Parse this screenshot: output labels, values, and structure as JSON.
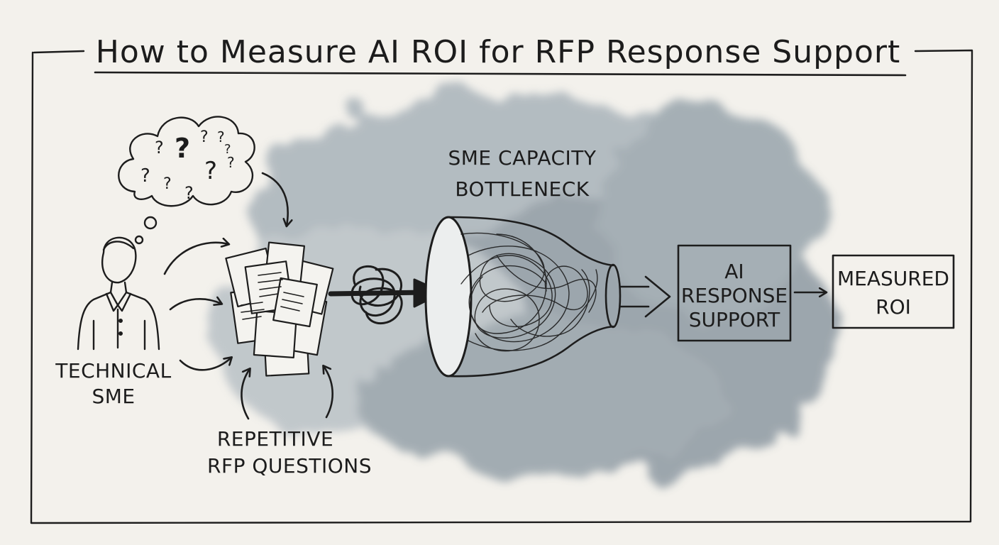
{
  "title": "How to Measure AI ROI for RFP Response Support",
  "nodes": {
    "sme": {
      "label_lines": [
        "TECHNICAL",
        "SME"
      ]
    },
    "questions": {
      "label_lines": [
        "REPETITIVE",
        "RFP QUESTIONS"
      ]
    },
    "bottleneck": {
      "label_lines": [
        "SME CAPACITY",
        "BOTTLENECK"
      ]
    },
    "ai_support": {
      "label_lines": [
        "AI",
        "RESPONSE",
        "SUPPORT"
      ]
    },
    "roi": {
      "label_lines": [
        "MEASURED",
        "ROI"
      ]
    }
  },
  "thought_marks": [
    "?",
    "?",
    "?",
    "?",
    "?",
    "?",
    "?",
    "?",
    "?",
    "?"
  ],
  "colors": {
    "ink": "#1d1d1d",
    "paper": "#f3f1ec",
    "wash": "#9aa6ae",
    "box_fill": "#e9ebe9"
  }
}
